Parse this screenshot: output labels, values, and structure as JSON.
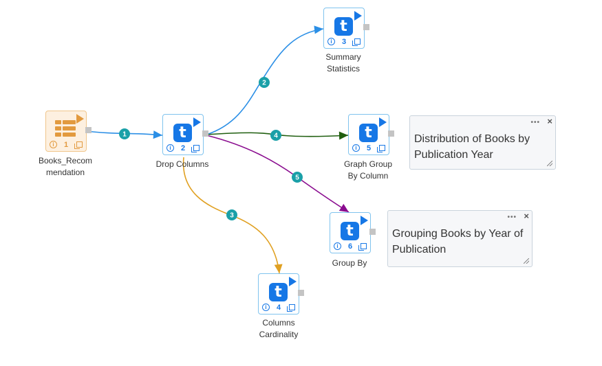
{
  "nodes": [
    {
      "id": "n1",
      "type": "dataset",
      "index": "1",
      "label": "Books_Recom\nmendation"
    },
    {
      "id": "n2",
      "type": "transform",
      "index": "2",
      "label": "Drop Columns"
    },
    {
      "id": "n3",
      "type": "transform",
      "index": "3",
      "label": "Summary\nStatistics"
    },
    {
      "id": "n4",
      "type": "transform",
      "index": "4",
      "label": "Columns\nCardinality"
    },
    {
      "id": "n5",
      "type": "transform",
      "index": "5",
      "label": "Graph Group\nBy Column"
    },
    {
      "id": "n6",
      "type": "transform",
      "index": "6",
      "label": "Group By"
    }
  ],
  "edges": [
    {
      "id": "e1",
      "label": "1",
      "color": "#2b8fe6",
      "from": "n1",
      "to": "n2"
    },
    {
      "id": "e2",
      "label": "2",
      "color": "#2b8fe6",
      "from": "n2",
      "to": "n3"
    },
    {
      "id": "e3",
      "label": "3",
      "color": "#e0a021",
      "from": "n2",
      "to": "n4"
    },
    {
      "id": "e4",
      "label": "4",
      "color": "#1f5e0f",
      "from": "n2",
      "to": "n5"
    },
    {
      "id": "e5",
      "label": "5",
      "color": "#8a0c8f",
      "from": "n2",
      "to": "n6"
    }
  ],
  "notes": [
    {
      "id": "note-1",
      "text": "Distribution of Books by Publication Year"
    },
    {
      "id": "note-2",
      "text": "Grouping Books by Year of Publication"
    }
  ],
  "colors": {
    "edge_badge": "#1aa0a8",
    "transform_accent": "#1677e6",
    "source_accent": "#e29a3f"
  },
  "icons": {
    "run": "play-icon",
    "transform": "t-icon",
    "dataset": "table-icon",
    "info": "info-icon",
    "copy": "copy-icon",
    "note_menu": "more-icon",
    "note_close": "close-icon",
    "resize": "resize-handle-icon"
  }
}
